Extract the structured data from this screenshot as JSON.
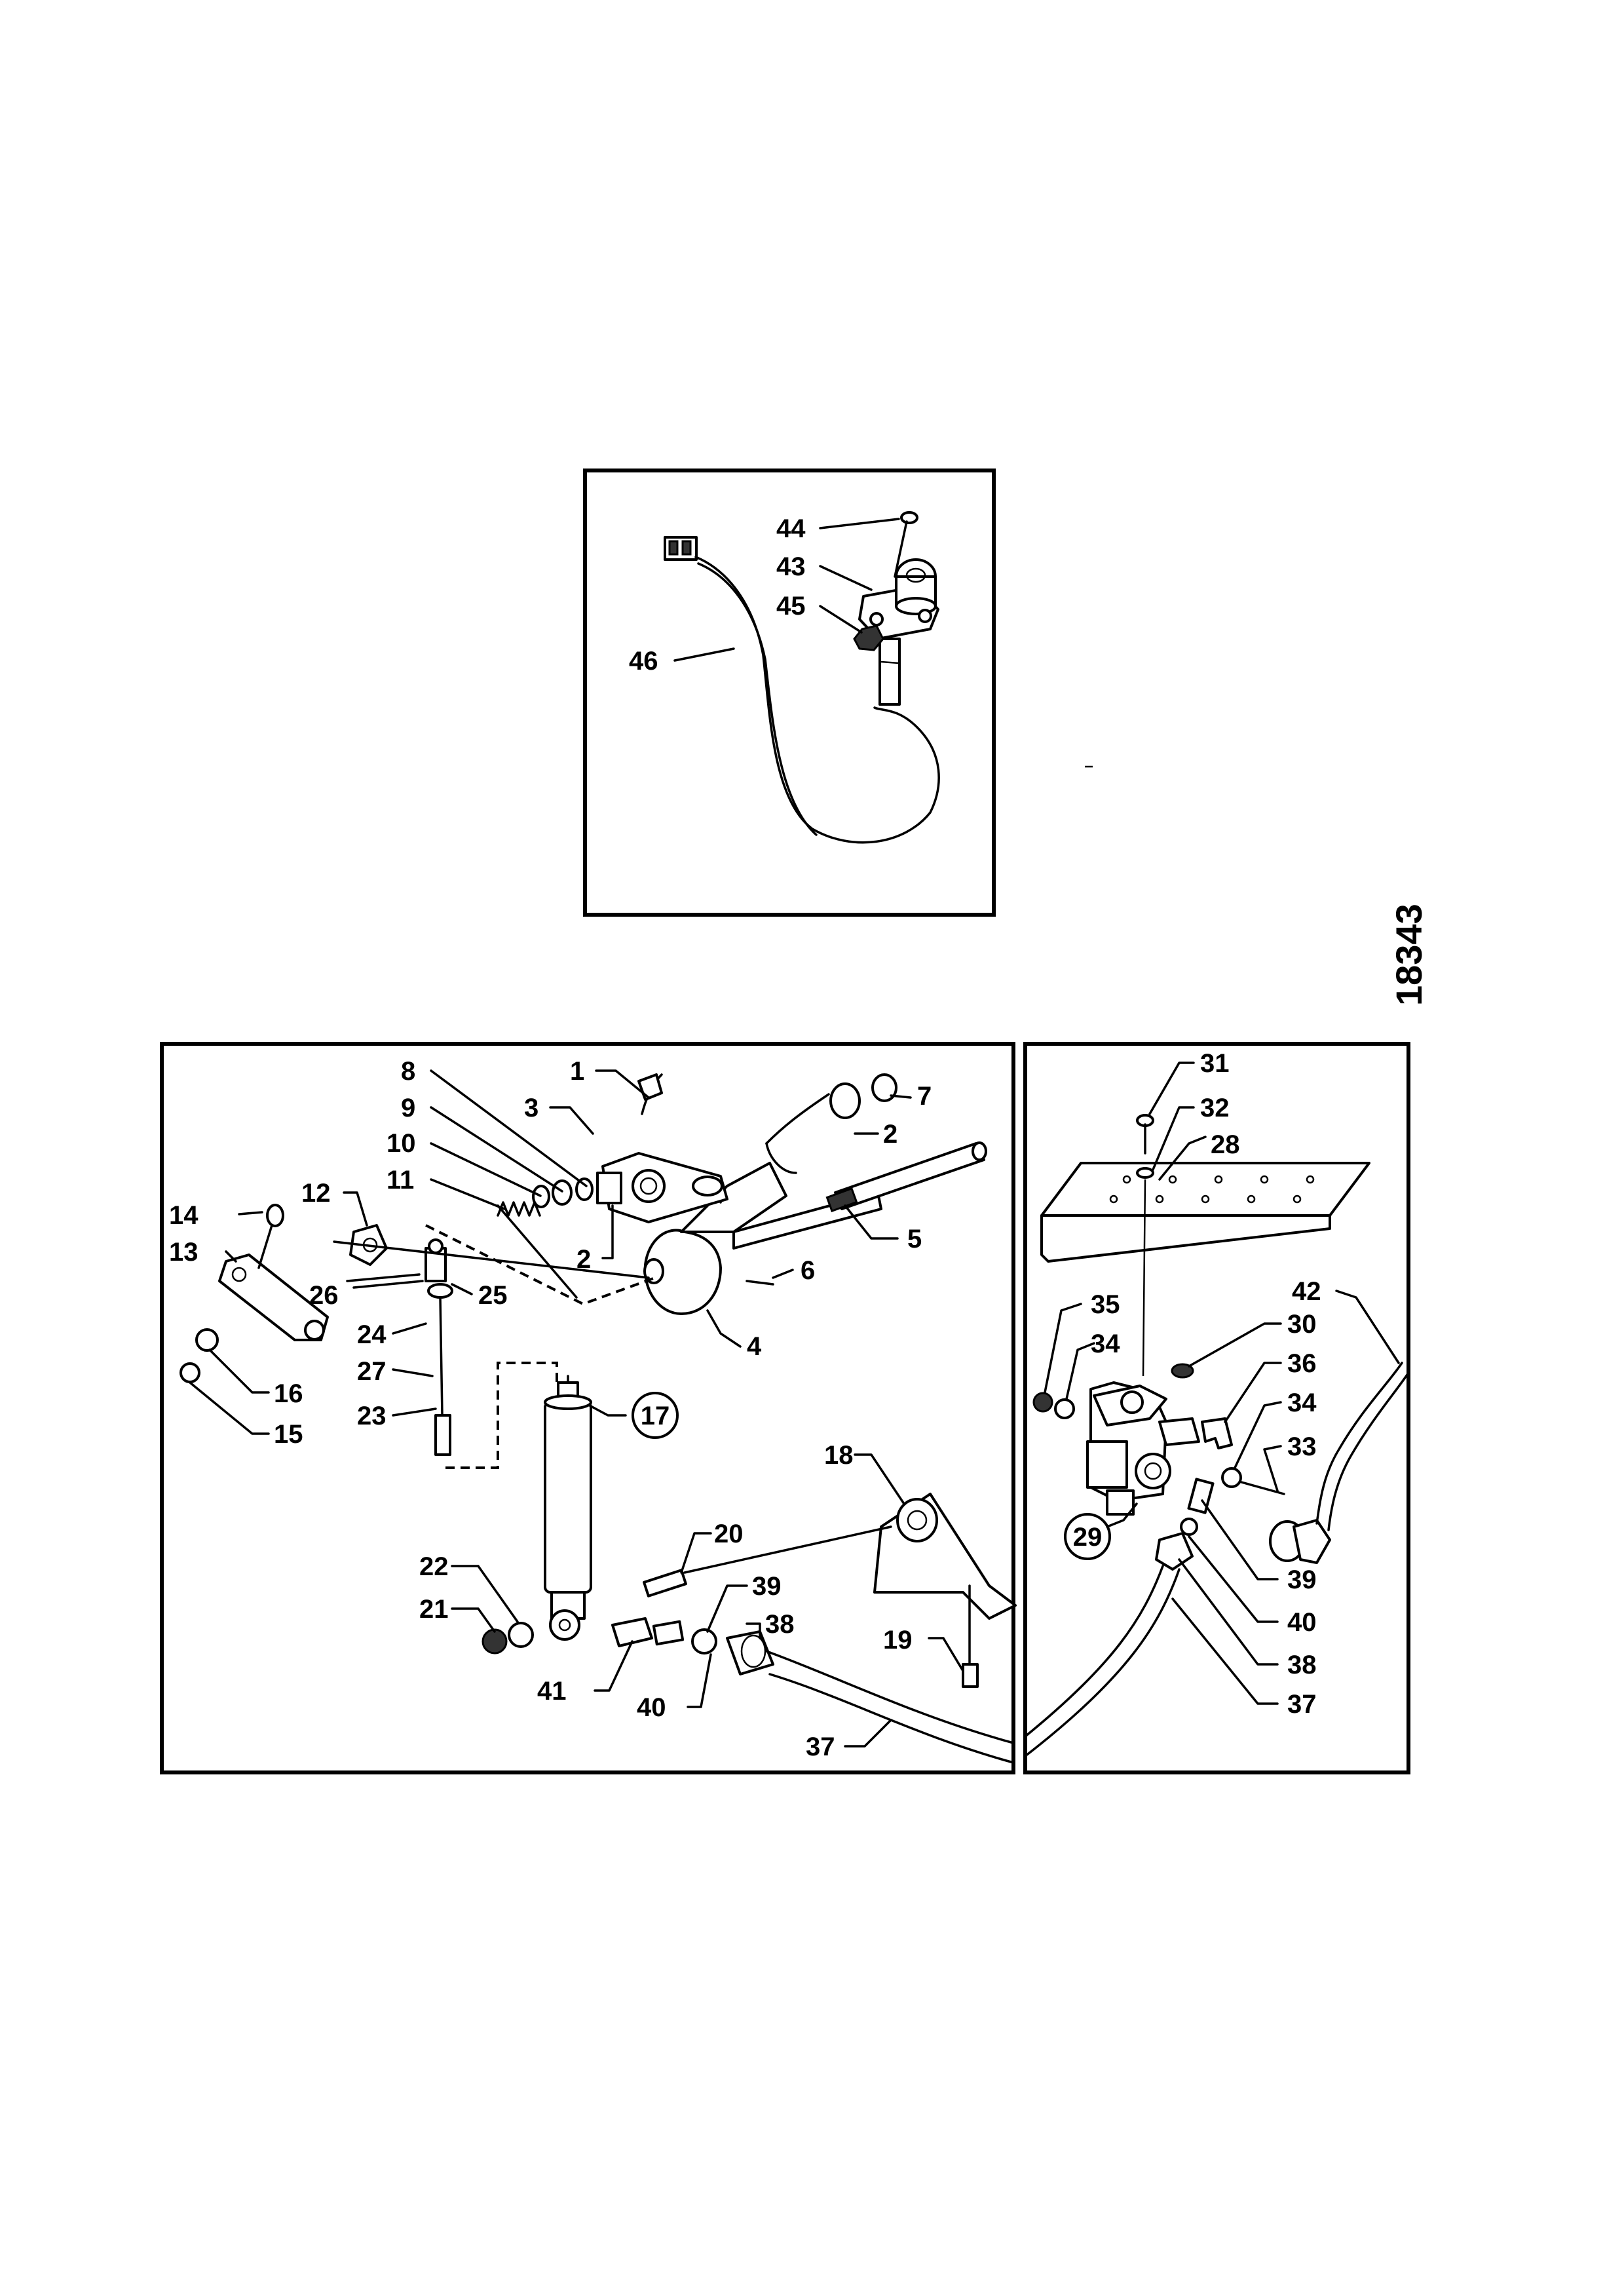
{
  "drawing_number": "18343",
  "callouts": {
    "c1": "1",
    "c2a": "2",
    "c2b": "2",
    "c3": "3",
    "c4": "4",
    "c5": "5",
    "c6": "6",
    "c7": "7",
    "c8": "8",
    "c9": "9",
    "c10": "10",
    "c11": "11",
    "c12": "12",
    "c13": "13",
    "c14": "14",
    "c15": "15",
    "c16": "16",
    "c17": "17",
    "c18": "18",
    "c19": "19",
    "c20": "20",
    "c21": "21",
    "c22": "22",
    "c23": "23",
    "c24": "24",
    "c25": "25",
    "c26": "26",
    "c27": "27",
    "c28": "28",
    "c29": "29",
    "c30": "30",
    "c31": "31",
    "c32": "32",
    "c33": "33",
    "c34a": "34",
    "c34b": "34",
    "c35": "35",
    "c36": "36",
    "c37a": "37",
    "c37b": "37",
    "c38a": "38",
    "c38b": "38",
    "c39a": "39",
    "c39b": "39",
    "c40a": "40",
    "c40b": "40",
    "c41": "41",
    "c42": "42",
    "c43": "43",
    "c44": "44",
    "c45": "45",
    "c46": "46"
  }
}
